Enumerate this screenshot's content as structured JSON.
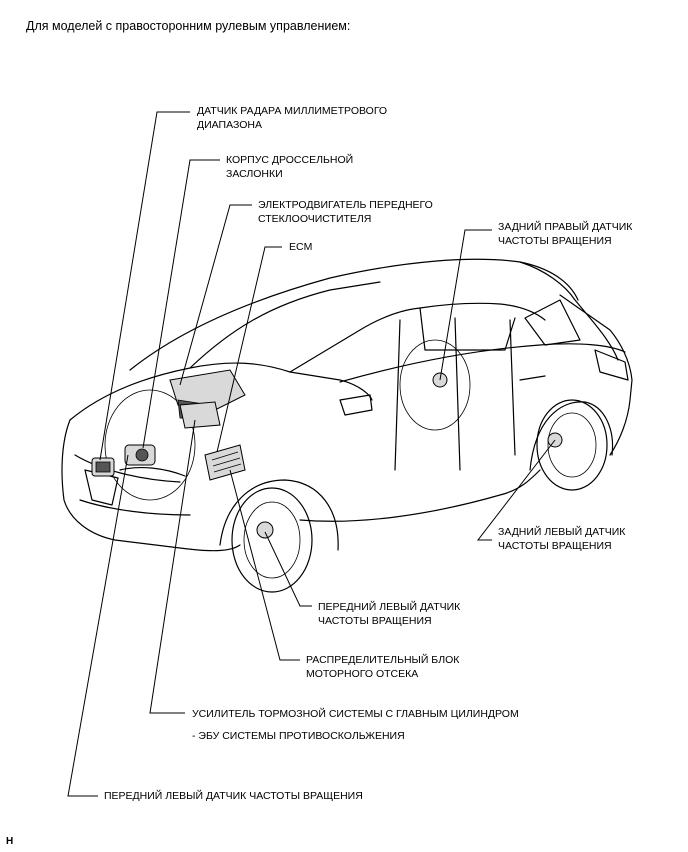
{
  "heading": "Для моделей с правосторонним рулевым управлением:",
  "labels": {
    "radar_line1": "ДАТЧИК РАДАРА МИЛЛИМЕТРОВОГО",
    "radar_line2": "ДИАПАЗОНА",
    "throttle_line1": "КОРПУС ДРОССЕЛЬНОЙ",
    "throttle_line2": "ЗАСЛОНКИ",
    "wiper_line1": "ЭЛЕКТРОДВИГАТЕЛЬ ПЕРЕДНЕГО",
    "wiper_line2": "СТЕКЛООЧИСТИТЕЛЯ",
    "ecm": "ECM",
    "rear_right_line1": "ЗАДНИЙ ПРАВЫЙ ДАТЧИК",
    "rear_right_line2": "ЧАСТОТЫ ВРАЩЕНИЯ",
    "rear_left_line1": "ЗАДНИЙ ЛЕВЫЙ ДАТЧИК",
    "rear_left_line2": "ЧАСТОТЫ ВРАЩЕНИЯ",
    "front_left_line1": "ПЕРЕДНИЙ ЛЕВЫЙ ДАТЧИК",
    "front_left_line2": "ЧАСТОТЫ ВРАЩЕНИЯ",
    "junction_line1": "РАСПРЕДЕЛИТЕЛЬНЫЙ БЛОК",
    "junction_line2": "МОТОРНОГО ОТСЕКА",
    "brake_booster": "УСИЛИТЕЛЬ ТОРМОЗНОЙ СИСТЕМЫ С ГЛАВНЫМ ЦИЛИНДРОМ",
    "skid_control": "- ЭБУ СИСТЕМЫ ПРОТИВОСКОЛЬЖЕНИЯ",
    "front_left_bottom": "ПЕРЕДНИЙ ЛЕВЫЙ ДАТЧИК ЧАСТОТЫ ВРАЩЕНИЯ"
  },
  "footer": "H"
}
